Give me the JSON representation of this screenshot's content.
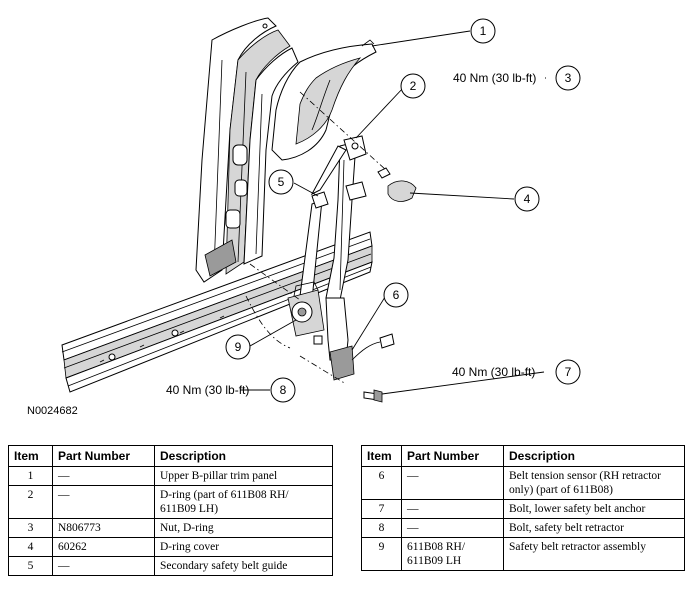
{
  "figure": {
    "id_code": "N0024682",
    "callouts": [
      "1",
      "2",
      "3",
      "4",
      "5",
      "6",
      "7",
      "8",
      "9"
    ],
    "torque_labels": {
      "c3": "40 Nm (30 lb-ft)",
      "c7": "40 Nm (30 lb-ft)",
      "c8": "40 Nm (30 lb-ft)"
    }
  },
  "table_headers": {
    "item": "Item",
    "part_number": "Part Number",
    "description": "Description"
  },
  "left_table": [
    {
      "item": "1",
      "part": "—",
      "desc": "Upper B-pillar trim panel"
    },
    {
      "item": "2",
      "part": "—",
      "desc": "D-ring (part of 611B08 RH/ 611B09 LH)"
    },
    {
      "item": "3",
      "part": "N806773",
      "desc": "Nut, D-ring"
    },
    {
      "item": "4",
      "part": "60262",
      "desc": "D-ring cover"
    },
    {
      "item": "5",
      "part": "—",
      "desc": "Secondary safety belt guide"
    }
  ],
  "right_table": [
    {
      "item": "6",
      "part": "—",
      "desc": "Belt tension sensor (RH retractor only) (part of 611B08)"
    },
    {
      "item": "7",
      "part": "—",
      "desc": "Bolt, lower safety belt anchor"
    },
    {
      "item": "8",
      "part": "—",
      "desc": "Bolt, safety belt retractor"
    },
    {
      "item": "9",
      "part": "611B08 RH/ 611B09 LH",
      "desc": "Safety belt retractor assembly"
    }
  ]
}
